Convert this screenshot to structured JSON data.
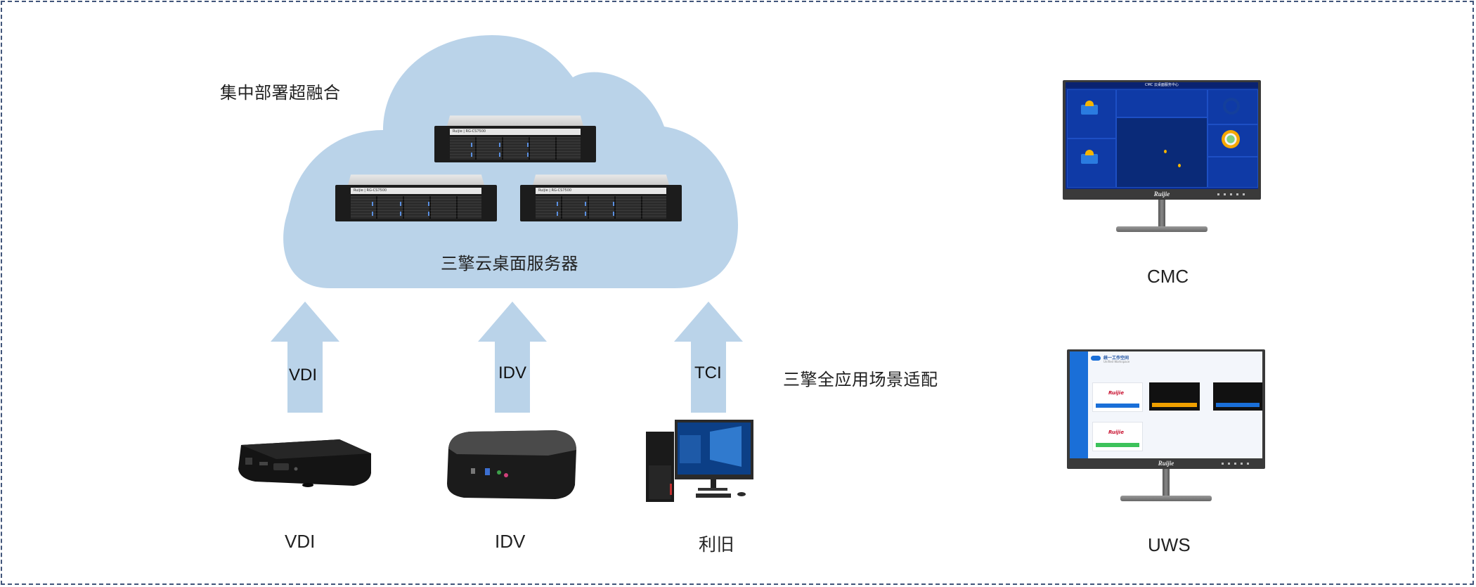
{
  "diagram": {
    "title_left": "集中部署超融合",
    "cloud": {
      "label": "三擎云桌面服务器",
      "fill": "#bad3e9",
      "servers": [
        {
          "name": "server-top",
          "plate": "Ruijie | RG-CS7500"
        },
        {
          "name": "server-left",
          "plate": "Ruijie | RG-CS7500"
        },
        {
          "name": "server-right",
          "plate": "Ruijie | RG-CS7500"
        }
      ]
    },
    "arrows": [
      {
        "label": "VDI"
      },
      {
        "label": "IDV"
      },
      {
        "label": "TCI"
      }
    ],
    "scenario_label": "三擎全应用场景适配",
    "terminals": [
      {
        "label": "VDI",
        "device": "thin-client"
      },
      {
        "label": "IDV",
        "device": "mini-pc"
      },
      {
        "label": "利旧",
        "device": "desktop-pc"
      }
    ],
    "consoles": [
      {
        "label": "CMC",
        "screen_title": "CMC 云桌面服务中心",
        "brand": "Ruijie"
      },
      {
        "label": "UWS",
        "screen_title": "统一工作空间",
        "screen_subtitle": "Unified Workspace",
        "brand": "Ruijie"
      }
    ],
    "colors": {
      "arrow": "#bad3e9",
      "border": "#41557a",
      "cmc_bg": "#0d2d8c",
      "uws_accent": "#1a6fd8"
    }
  }
}
